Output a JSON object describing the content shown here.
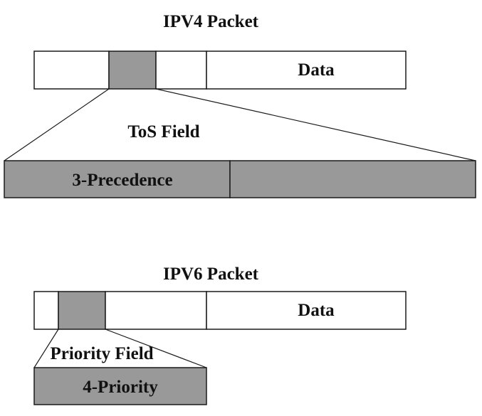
{
  "ipv4": {
    "title": "IPV4 Packet",
    "data_label": "Data",
    "field_title": "ToS Field",
    "field_label": "3-Precedence"
  },
  "ipv6": {
    "title": "IPV6 Packet",
    "data_label": "Data",
    "field_title": "Priority Field",
    "field_label": "4-Priority"
  },
  "colors": {
    "highlight_fill": "#999999",
    "stroke": "#1a1a1a",
    "background": "#ffffff"
  }
}
